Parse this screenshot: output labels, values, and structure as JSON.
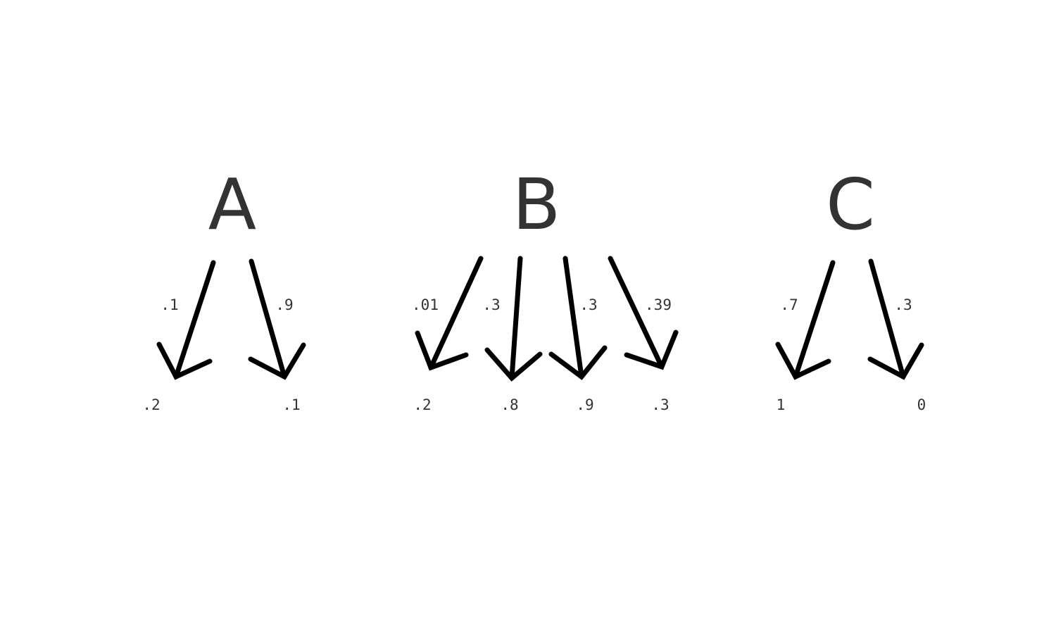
{
  "colors": {
    "background": "#ffffff",
    "text": "#333333",
    "arrow": "#000000"
  },
  "nodes": [
    {
      "id": "a",
      "label": "A",
      "branches": [
        {
          "probability": ".1",
          "value": ".2"
        },
        {
          "probability": ".9",
          "value": ".1"
        }
      ]
    },
    {
      "id": "b",
      "label": "B",
      "branches": [
        {
          "probability": ".01",
          "value": ".2"
        },
        {
          "probability": ".3",
          "value": ".8"
        },
        {
          "probability": ".3",
          "value": ".9"
        },
        {
          "probability": ".39",
          "value": ".3"
        }
      ]
    },
    {
      "id": "c",
      "label": "C",
      "branches": [
        {
          "probability": ".7",
          "value": "1"
        },
        {
          "probability": ".3",
          "value": "0"
        }
      ]
    }
  ]
}
